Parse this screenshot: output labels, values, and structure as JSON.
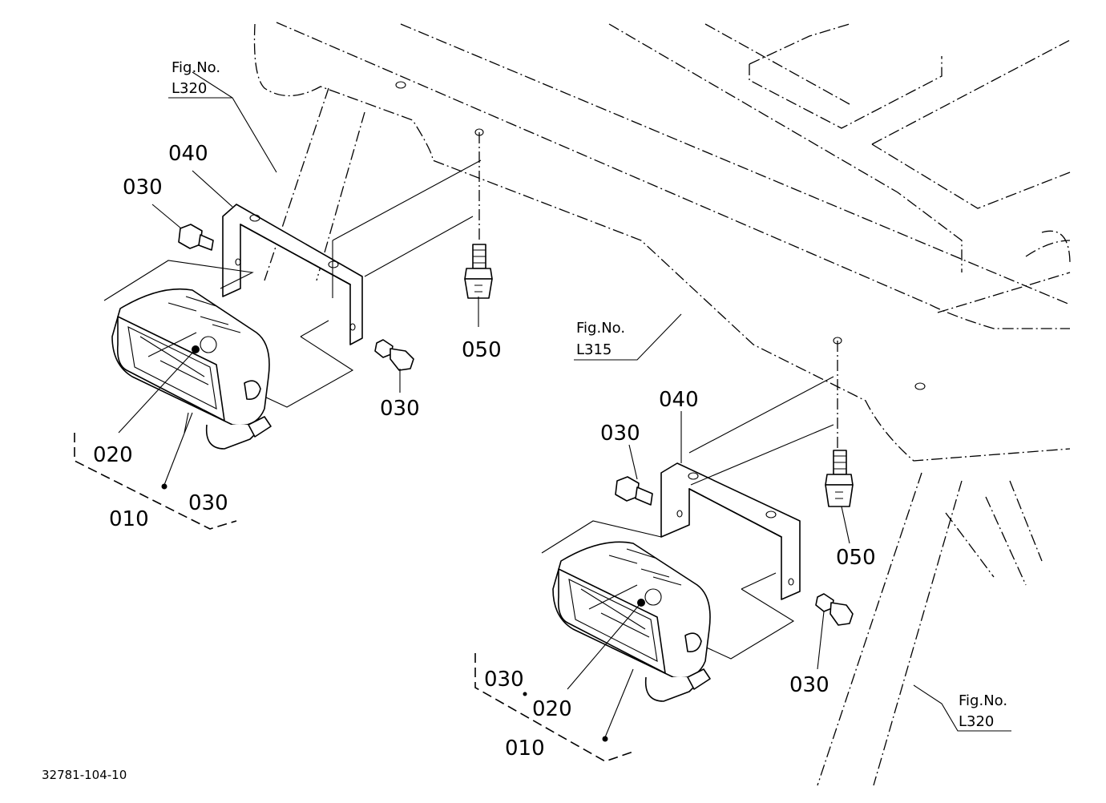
{
  "callouts": {
    "fig_l320_top": {
      "title": "Fig.No.",
      "code": "L320"
    },
    "fig_l315": {
      "title": "Fig.No.",
      "code": "L315"
    },
    "fig_l320_bottom": {
      "title": "Fig.No.",
      "code": "L320"
    }
  },
  "left_assembly": {
    "bracket": "040",
    "bolt_upper": "030",
    "bolt_lower": "030",
    "grommet": "050",
    "lamp_screw": "020",
    "lamp_assembly": "010",
    "lamp_bolt": "030"
  },
  "right_assembly": {
    "bracket": "040",
    "bolt_upper": "030",
    "bolt_lower": "030",
    "grommet": "050",
    "lamp_screw": "020",
    "lamp_assembly": "010",
    "lamp_bolt": "030"
  },
  "drawing_code": "32781-104-10"
}
